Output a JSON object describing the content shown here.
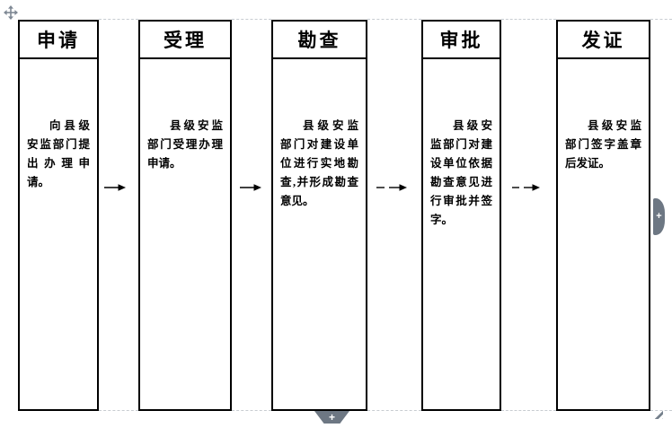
{
  "flowchart": {
    "steps": [
      {
        "title": "申请",
        "description": "向县级安监部门提出办理申请。"
      },
      {
        "title": "受理",
        "description": "县级安监部门受理办理申请。"
      },
      {
        "title": "勘查",
        "description": "县级安监部门对建设单位进行实地勘查,并形成勘查意见。"
      },
      {
        "title": "审批",
        "description": "县级安监部门对建设单位依据勘查意见进行审批并签字。"
      },
      {
        "title": "发证",
        "description": "县级安监部门签字盖章后发证。"
      }
    ]
  },
  "controls": {
    "add_button_bottom_label": "+",
    "add_button_right_label": "+"
  },
  "colors": {
    "box_border": "#000000",
    "control_gray": "#6d7783",
    "dash_gray": "#c8ccd1",
    "background": "#ffffff"
  }
}
